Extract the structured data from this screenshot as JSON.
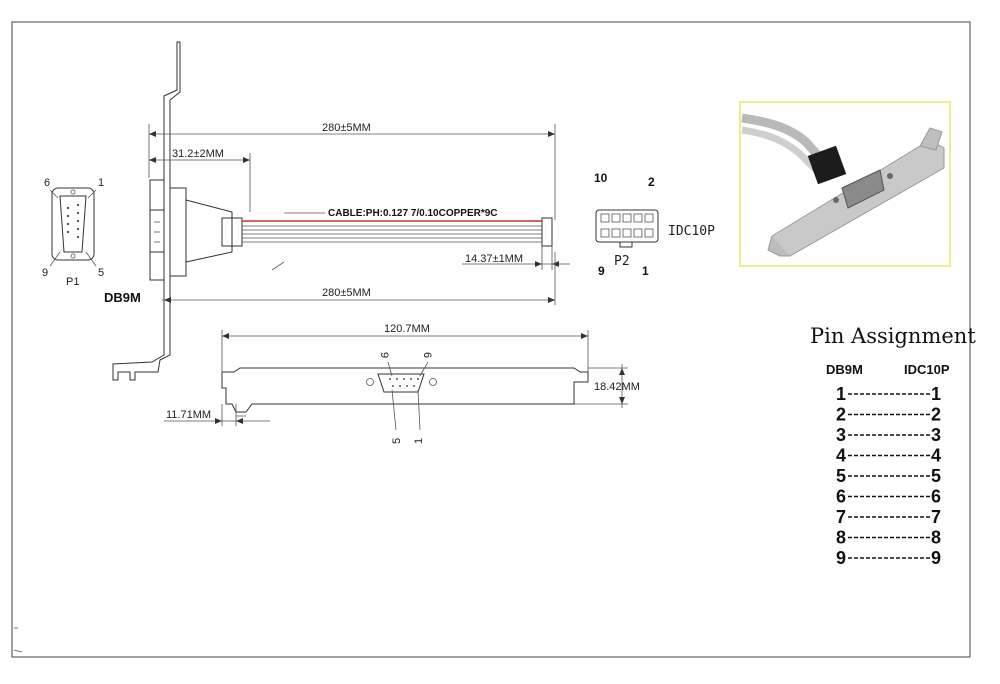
{
  "drawing": {
    "dim_cable_length_top": "280±5MM",
    "dim_cable_length_bottom": "280±5MM",
    "dim_bracket_offset": "31.2±2MM",
    "dim_idc_depth": "14.37±1MM",
    "dim_bracket_width": "120.7MM",
    "dim_bracket_height": "18.42MM",
    "dim_bracket_tab": "11.71MM",
    "cable_spec": "CABLE:PH:0.127  7/0.10COPPER*9C",
    "db9_label": "DB9M",
    "p1_label": "P1",
    "p2_label": "P2",
    "idc_label": "IDC10P",
    "db9_pin_labels": [
      "6",
      "1",
      "9",
      "5"
    ],
    "idc_pin_labels": [
      "10",
      "2",
      "9",
      "1"
    ],
    "bracket_pin_labels": [
      "9",
      "6",
      "5",
      "1"
    ]
  },
  "pin_assignment": {
    "title": "Pin Assignment",
    "col_left": "DB9M",
    "col_right": "IDC10P",
    "rows": [
      {
        "left": "1",
        "right": "1"
      },
      {
        "left": "2",
        "right": "2"
      },
      {
        "left": "3",
        "right": "3"
      },
      {
        "left": "4",
        "right": "4"
      },
      {
        "left": "5",
        "right": "5"
      },
      {
        "left": "6",
        "right": "6"
      },
      {
        "left": "7",
        "right": "7"
      },
      {
        "left": "8",
        "right": "8"
      },
      {
        "left": "9",
        "right": "9"
      }
    ]
  },
  "colors": {
    "photo_border": "#f0ec8a",
    "cable_red": "#c0392b",
    "line": "#333333"
  }
}
